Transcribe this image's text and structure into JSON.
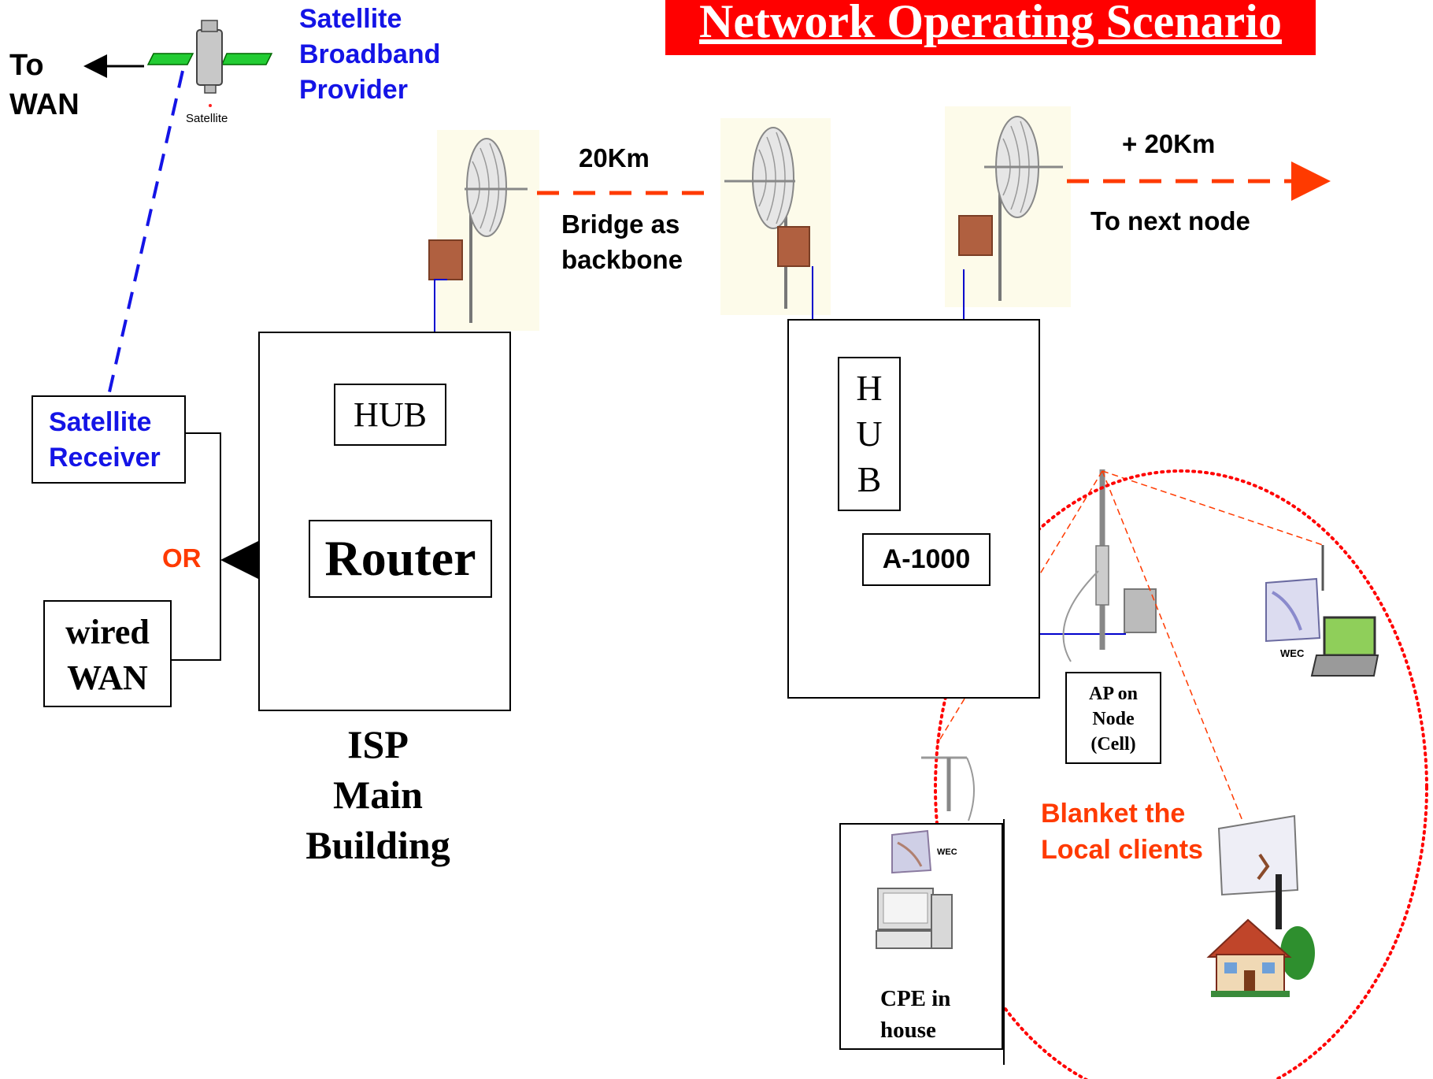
{
  "title": "Network Operating Scenario",
  "satellite": {
    "to_wan": "To\nWAN",
    "icon_caption": "Satellite",
    "provider": "Satellite\nBroadband\nProvider"
  },
  "links": {
    "distance_1": "20Km",
    "bridge": "Bridge as\nbackbone",
    "distance_2": "+ 20Km",
    "next_node": "To next node"
  },
  "isp": {
    "hub": "HUB",
    "router": "Router",
    "caption": "ISP\nMain\nBuilding"
  },
  "left": {
    "satellite_receiver": "Satellite\nReceiver",
    "or": "OR",
    "wired_wan": "wired\nWAN"
  },
  "node": {
    "hub_vertical": "H\nU\nB",
    "a1000": "A-1000",
    "ap_caption": "AP on\nNode\n(Cell)"
  },
  "clients": {
    "blanket": "Blanket the\nLocal clients",
    "cpe": "CPE in\nhouse",
    "wec": "WEC"
  },
  "colors": {
    "title_bg": "#ff0000",
    "title_fg": "#ffffff",
    "accent_blue": "#1414e6",
    "accent_orange": "#ff3a00",
    "wire_blue": "#0000cc"
  }
}
